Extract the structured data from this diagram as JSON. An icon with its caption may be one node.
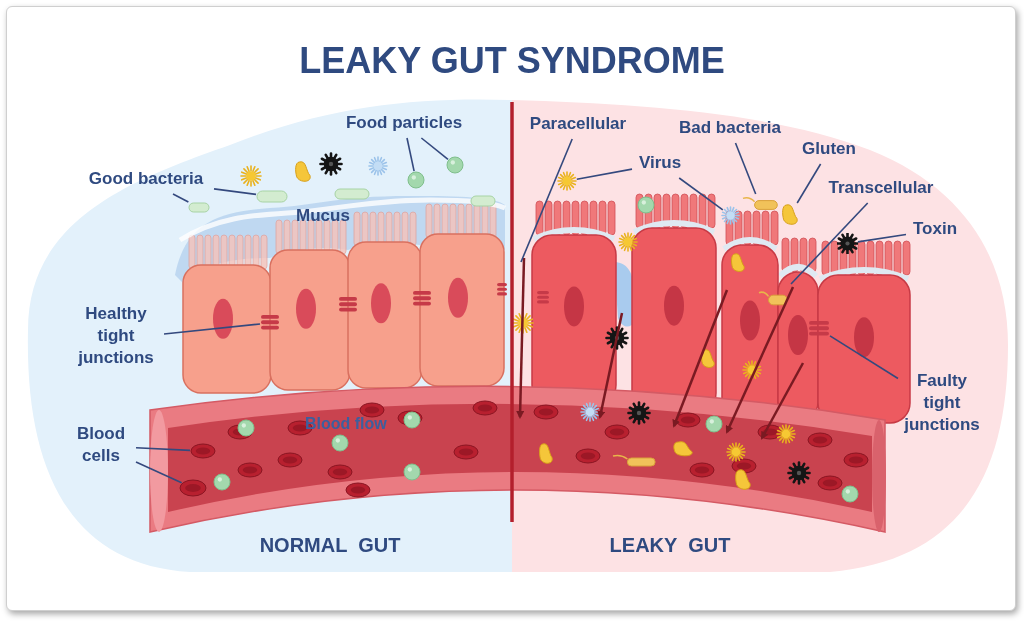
{
  "diagram": {
    "title": "LEAKY GUT SYNDROME",
    "nodes": [
      {
        "text": [
          "Food particles"
        ]
      },
      {
        "text": [],
        "shape": "circle"
      },
      {
        "text": [],
        "shape": "circle"
      },
      {
        "text": [
          "Good bacteria"
        ]
      },
      {
        "text": [],
        "shape": "bar"
      },
      {
        "text": [],
        "shape": "bar"
      },
      {
        "text": [
          "Healthy tight junctions"
        ]
      },
      {
        "text": [],
        "shape": "picture"
      },
      {
        "text": [
          "Blood cells"
        ]
      },
      {
        "text": [],
        "shape": "circle"
      },
      {
        "text": [],
        "shape": "circle"
      },
      {
        "text": [
          "Paracellular"
        ]
      },
      {
        "text": [
          "Virus"
        ]
      },
      {
        "text": [],
        "shape": "circle"
      },
      {
        "text": [],
        "shape": "circle"
      },
      {
        "text": [
          "Bad bacteria"
        ]
      },
      {
        "text": [],
        "shape": "bar"
      },
      {
        "text": [
          "Gluten"
        ]
      },
      {
        "text": [],
        "shape": "picture"
      },
      {
        "text": [
          "Transcellular"
        ]
      },
      {
        "text": [
          "Toxin"
        ]
      },
      {
        "text": [],
        "shape": "circle"
      },
      {
        "text": [
          "Faulty tight junctions"
        ]
      },
      {
        "text": [],
        "shape": "picture"
      }
    ],
    "edges": [
      {
        "from": 0,
        "to": 1,
        "arrow": "none"
      },
      {
        "from": 0,
        "to": 2,
        "arrow": "none"
      },
      {
        "from": 3,
        "to": 4,
        "arrow": "none"
      },
      {
        "from": 3,
        "to": 5,
        "arrow": "none"
      },
      {
        "from": 6,
        "to": 7,
        "arrow": "none"
      },
      {
        "from": 8,
        "to": 9,
        "arrow": "none"
      },
      {
        "from": 8,
        "to": 10,
        "arrow": "none"
      },
      {
        "from": 11,
        "to": null,
        "arrow": "none"
      },
      {
        "from": 12,
        "to": 13,
        "arrow": "none"
      },
      {
        "from": 12,
        "to": 14,
        "arrow": "none"
      },
      {
        "from": 15,
        "to": 16,
        "arrow": "none"
      },
      {
        "from": 17,
        "to": 18,
        "arrow": "none"
      },
      {
        "from": 19,
        "to": null,
        "arrow": "none"
      },
      {
        "from": 20,
        "to": 21,
        "arrow": "none"
      },
      {
        "from": 22,
        "to": 23,
        "arrow": "none"
      }
    ],
    "labels": [
      "Mucus",
      "Blood flow",
      "NORMAL  GUT",
      "LEAKY  GUT"
    ]
  }
}
